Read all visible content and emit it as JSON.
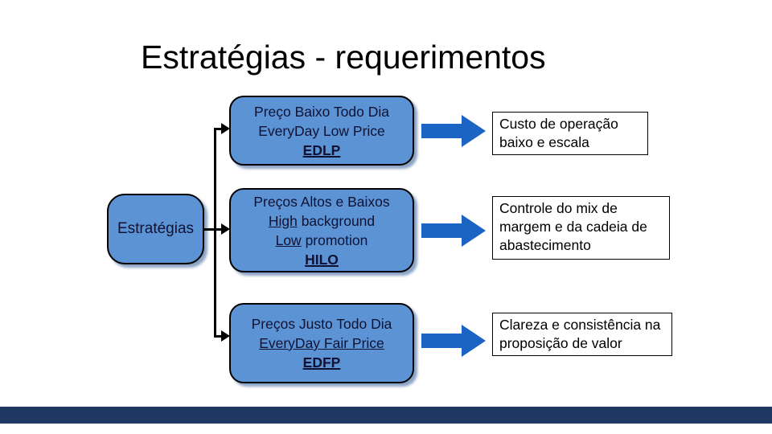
{
  "title": "Estratégias - requerimentos",
  "root_label": "Estratégias",
  "strategies": {
    "edlp": {
      "line1": "Preço Baixo Todo Dia",
      "line2": "EveryDay Low Price",
      "acronym": "EDLP"
    },
    "hilo": {
      "line1": "Preços Altos e Baixos",
      "line2_underlined": "High",
      "line2_rest": " background",
      "line3_underlined": "Low",
      "line3_rest": " promotion",
      "acronym": "HILO"
    },
    "edfp": {
      "line1": "Preços Justo Todo Dia",
      "line2_underlined": "EveryDay Fair Price",
      "acronym": "EDFP"
    }
  },
  "requirements": {
    "r1": "Custo de operação baixo e escala",
    "r2": "Controle do mix de margem e da cadeia de abastecimento",
    "r3": "Clareza e consistência na proposição de valor"
  },
  "colors": {
    "box_fill": "#5B93D5",
    "box_border": "#000000",
    "flow_arrow": "#1B64C4",
    "footer_bar": "#1F3864",
    "title_text": "#000000"
  }
}
